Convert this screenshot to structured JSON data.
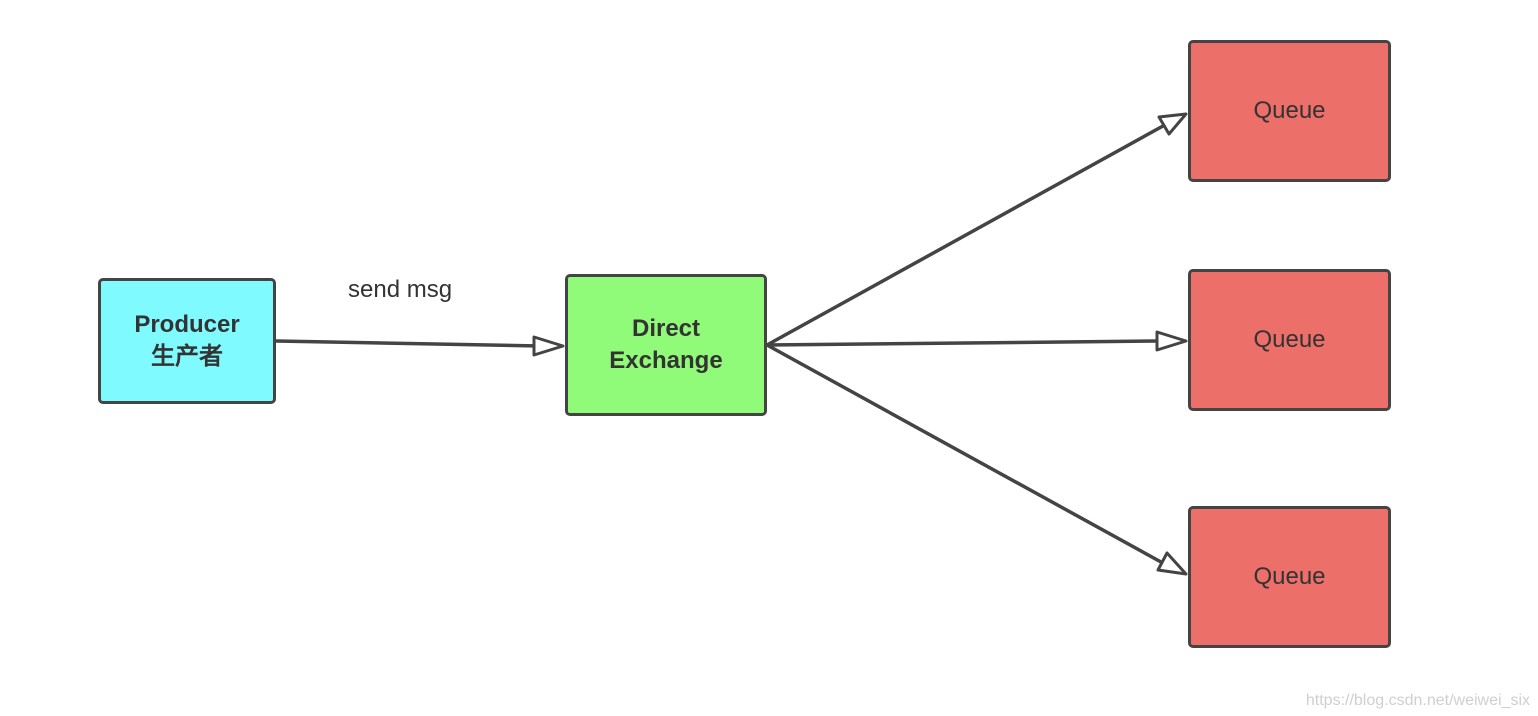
{
  "nodes": {
    "producer": {
      "line1": "Producer",
      "line2": "生产者",
      "fill": "#7ffbff"
    },
    "exchange": {
      "line1": "Direct",
      "line2": "Exchange",
      "fill": "#90fb78"
    },
    "queues": [
      {
        "label": "Queue",
        "fill": "#ec6f69"
      },
      {
        "label": "Queue",
        "fill": "#ec6f69"
      },
      {
        "label": "Queue",
        "fill": "#ec6f69"
      }
    ]
  },
  "edges": {
    "send_label": "send msg"
  },
  "colors": {
    "stroke": "#444444",
    "text": "#333333"
  },
  "watermark": "https://blog.csdn.net/weiwei_six"
}
